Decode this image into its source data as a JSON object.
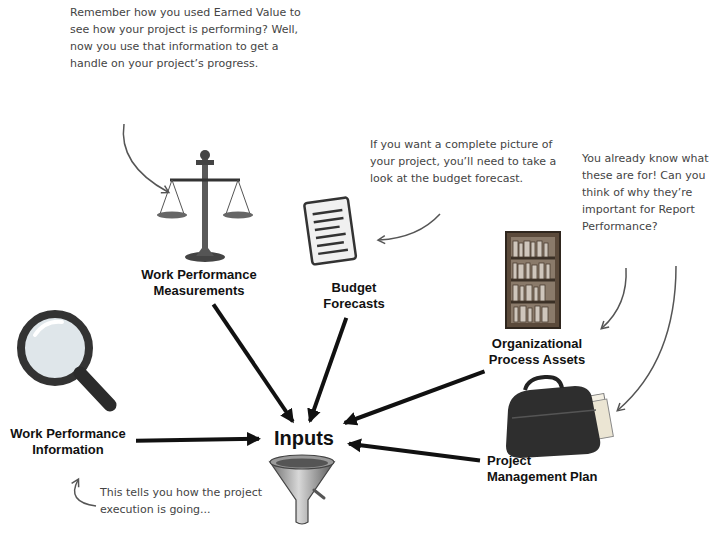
{
  "diagram": {
    "nodes": [
      {
        "text": [
          "Work Performance Measurements"
        ]
      },
      {
        "text": [
          "Budget Forecasts"
        ]
      },
      {
        "text": [
          "Organizational Process Assets"
        ]
      },
      {
        "text": [
          "Work Performance Information"
        ]
      },
      {
        "text": [
          "Inputs"
        ]
      },
      {
        "text": [
          "Project Management Plan"
        ]
      }
    ],
    "edges": [
      {
        "from": 0,
        "to": 4,
        "arrow": "to"
      },
      {
        "from": 1,
        "to": 4,
        "arrow": "to"
      },
      {
        "from": 2,
        "to": 4,
        "arrow": "to"
      },
      {
        "from": 3,
        "to": 4,
        "arrow": "to"
      },
      {
        "from": 5,
        "to": 4,
        "arrow": "to"
      }
    ],
    "labels": [
      "Remember how you used Earned Value to see how your project is performing? Well, now you use that information to get a handle on your project’s progress.",
      "If you want a complete picture of your project, you’ll need to take a look at the budget forecast.",
      "You already know what these are for! Can you think of why they’re important for Report Performance?",
      "This tells you how the project execution is going..."
    ]
  }
}
